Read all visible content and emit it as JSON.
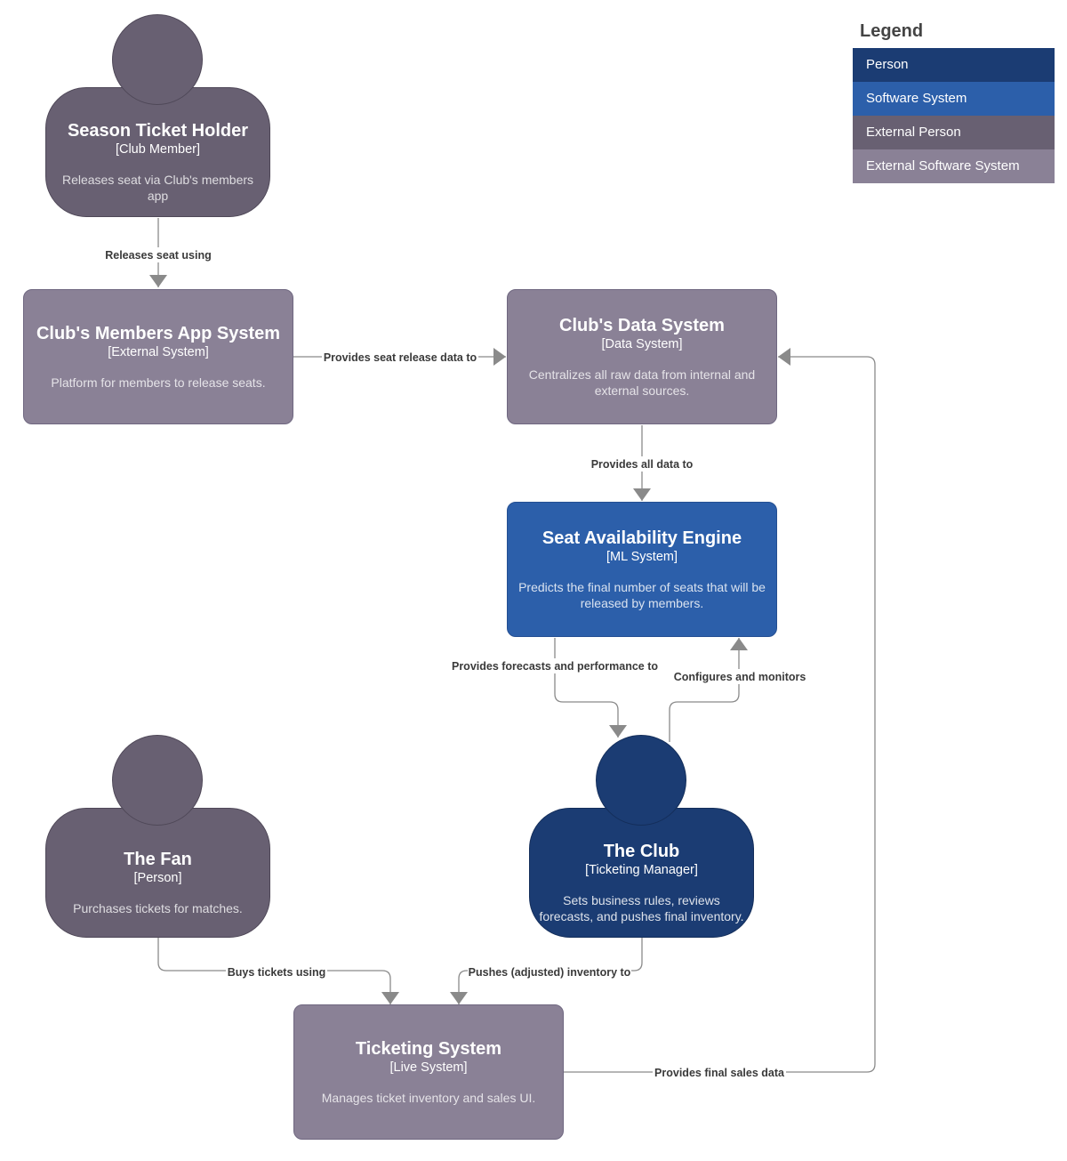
{
  "nodes": {
    "season_ticket_holder": {
      "title": "Season Ticket Holder",
      "tech": "[Club Member]",
      "desc": "Releases seat via Club's members app"
    },
    "members_app": {
      "title": "Club's Members App System",
      "tech": "[External System]",
      "desc": "Platform for members to release seats."
    },
    "data_system": {
      "title": "Club's Data System",
      "tech": "[Data System]",
      "desc": "Centralizes all raw data from internal and external sources."
    },
    "seat_engine": {
      "title": "Seat Availability Engine",
      "tech": "[ML System]",
      "desc": "Predicts the final number of seats that will be released by members."
    },
    "the_fan": {
      "title": "The Fan",
      "tech": "[Person]",
      "desc": "Purchases tickets for matches."
    },
    "the_club": {
      "title": "The Club",
      "tech": "[Ticketing Manager]",
      "desc": "Sets business rules, reviews forecasts, and pushes final inventory."
    },
    "ticketing_system": {
      "title": "Ticketing System",
      "tech": "[Live System]",
      "desc": "Manages ticket inventory and sales UI."
    }
  },
  "edges": {
    "releases_seat": "Releases seat using",
    "provides_seat_release": "Provides seat release data to",
    "provides_all_data": "Provides all data to",
    "provides_forecasts": "Provides forecasts and performance to",
    "configures_monitors": "Configures and monitors",
    "buys_tickets": "Buys tickets using",
    "pushes_inventory": "Pushes (adjusted) inventory to",
    "provides_sales": "Provides final sales data"
  },
  "legend": {
    "title": "Legend",
    "items": [
      {
        "label": "Person",
        "color": "#1b3c73"
      },
      {
        "label": "Software System",
        "color": "#2c5faa"
      },
      {
        "label": "External Person",
        "color": "#686072"
      },
      {
        "label": "External Software System",
        "color": "#8a8196"
      }
    ]
  },
  "colors": {
    "person": "#1b3c73",
    "software_system": "#2c5faa",
    "external_person": "#686072",
    "external_software_system": "#8a8196",
    "connector": "#8a8a8a"
  }
}
